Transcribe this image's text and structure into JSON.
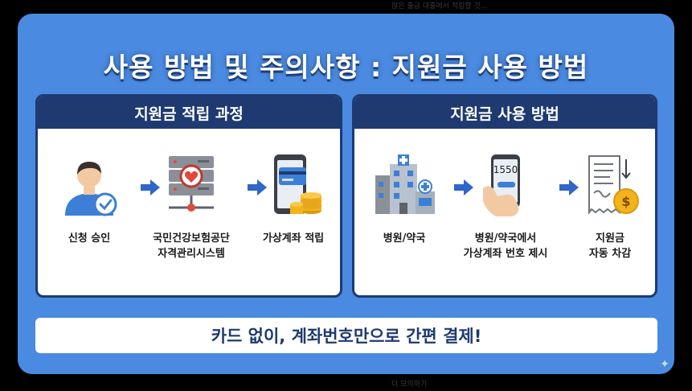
{
  "top_faint_text": "많은 출금 대출에서 적립할 것...",
  "bottom_faint_text": "더 모의하기",
  "title": "사용 방법 및 주의사항 : 지원금 사용 방법",
  "left_panel": {
    "header": "지원금 적립 과정",
    "steps": [
      {
        "icon": "person-check-icon",
        "label_lines": [
          "신청 승인"
        ]
      },
      {
        "icon": "server-icon",
        "label_lines": [
          "국민건강보험공단",
          "자격관리시스템"
        ]
      },
      {
        "icon": "phone-card-coins-icon",
        "label_lines": [
          "가상계좌 적립"
        ]
      }
    ]
  },
  "right_panel": {
    "header": "지원금 사용 방법",
    "steps": [
      {
        "icon": "hospital-icon",
        "label_lines": [
          "병원/약국"
        ]
      },
      {
        "icon": "hand-phone-icon",
        "phone_number": "1550",
        "label_lines": [
          "병원/약국에서",
          "가상계좌 번호 제시"
        ]
      },
      {
        "icon": "receipt-coin-icon",
        "label_lines": [
          "지원금",
          "자동 차감"
        ]
      }
    ]
  },
  "bottom_banner": "카드 없이, 계좌번호만으로 간편 결제!",
  "colors": {
    "card_bg": "#4a8ae0",
    "panel_header": "#1e3a70",
    "arrow": "#2f66c8",
    "accent": "#f5b31b"
  }
}
